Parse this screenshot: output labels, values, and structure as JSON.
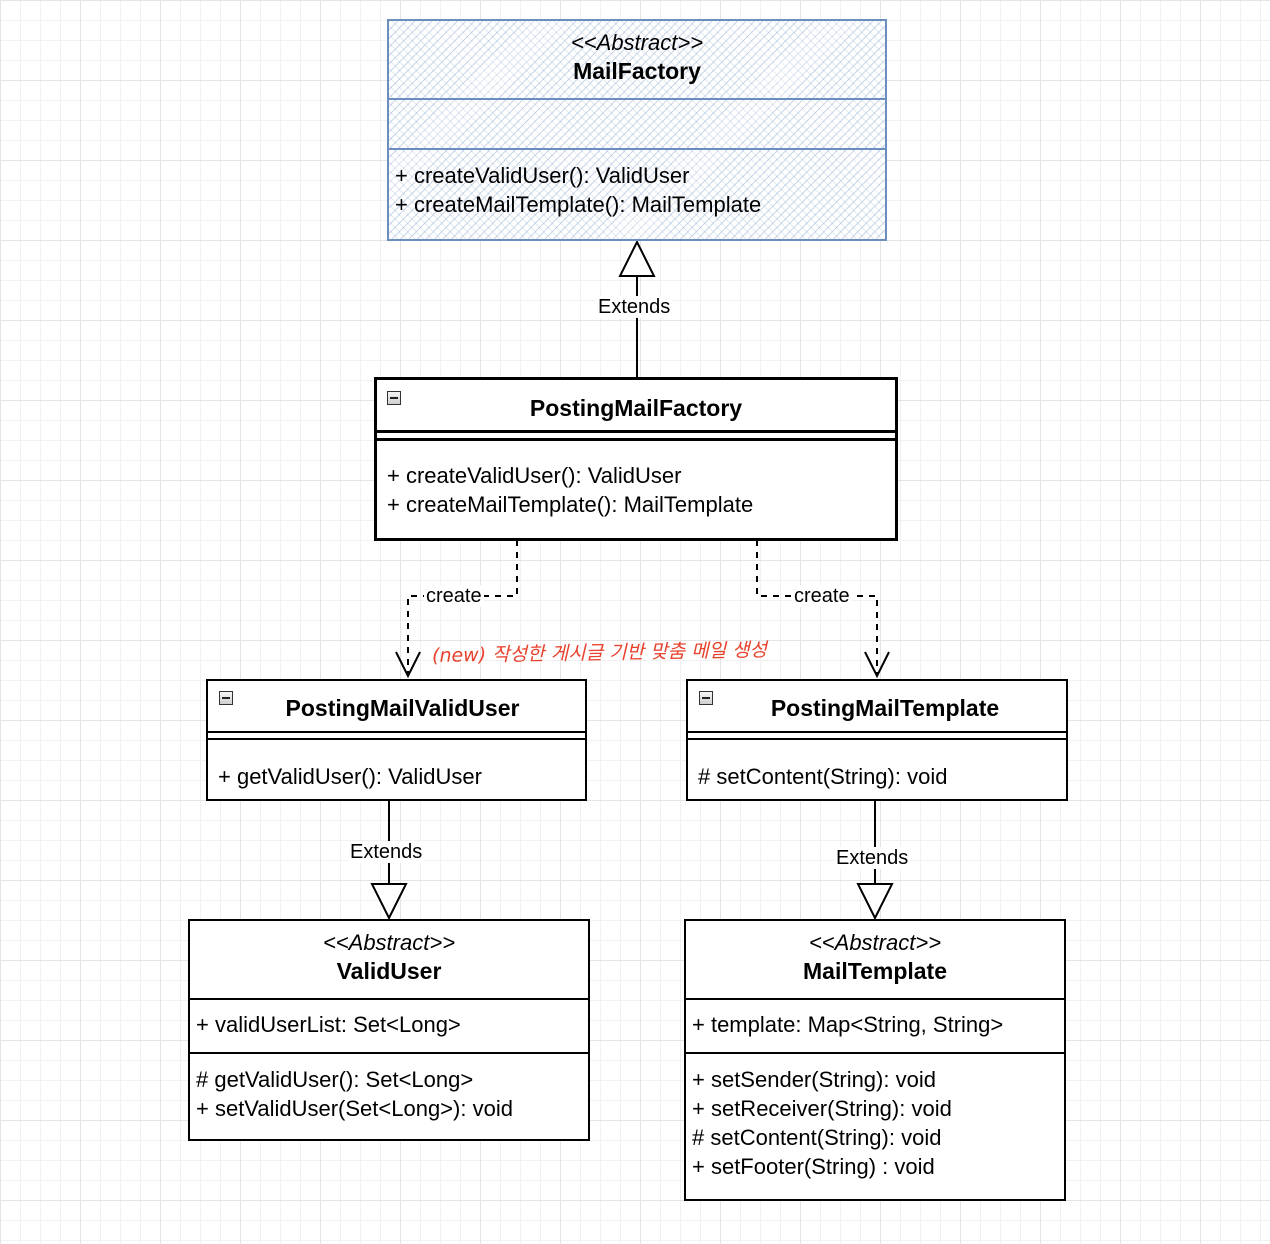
{
  "mail_factory": {
    "stereotype": "<<Abstract>>",
    "name": "MailFactory",
    "methods": [
      "+ createValidUser(): ValidUser",
      "+ createMailTemplate(): MailTemplate"
    ]
  },
  "posting_mail_factory": {
    "name": "PostingMailFactory",
    "methods": [
      "+ createValidUser(): ValidUser",
      "+ createMailTemplate(): MailTemplate"
    ]
  },
  "posting_mail_valid_user": {
    "name": "PostingMailValidUser",
    "methods": [
      "+ getValidUser(): ValidUser"
    ]
  },
  "posting_mail_template": {
    "name": "PostingMailTemplate",
    "methods": [
      "# setContent(String): void"
    ]
  },
  "valid_user": {
    "stereotype": "<<Abstract>>",
    "name": "ValidUser",
    "attributes": [
      "+ validUserList: Set<Long>"
    ],
    "methods": [
      "# getValidUser(): Set<Long>",
      "+ setValidUser(Set<Long>): void"
    ]
  },
  "mail_template": {
    "stereotype": "<<Abstract>>",
    "name": "MailTemplate",
    "attributes": [
      "+ template: Map<String, String>"
    ],
    "methods": [
      "+ setSender(String): void",
      "+ setReceiver(String): void",
      "# setContent(String): void",
      "+ setFooter(String) : void"
    ]
  },
  "connectors": {
    "extends_label": "Extends",
    "create_label": "create"
  },
  "note": "(new) 작성한 게시글 기반 맞춤 메일 생성",
  "colors": {
    "abstract_border": "#6c8ebf",
    "note_text": "#e8412c",
    "grid": "#e4e4e4"
  }
}
